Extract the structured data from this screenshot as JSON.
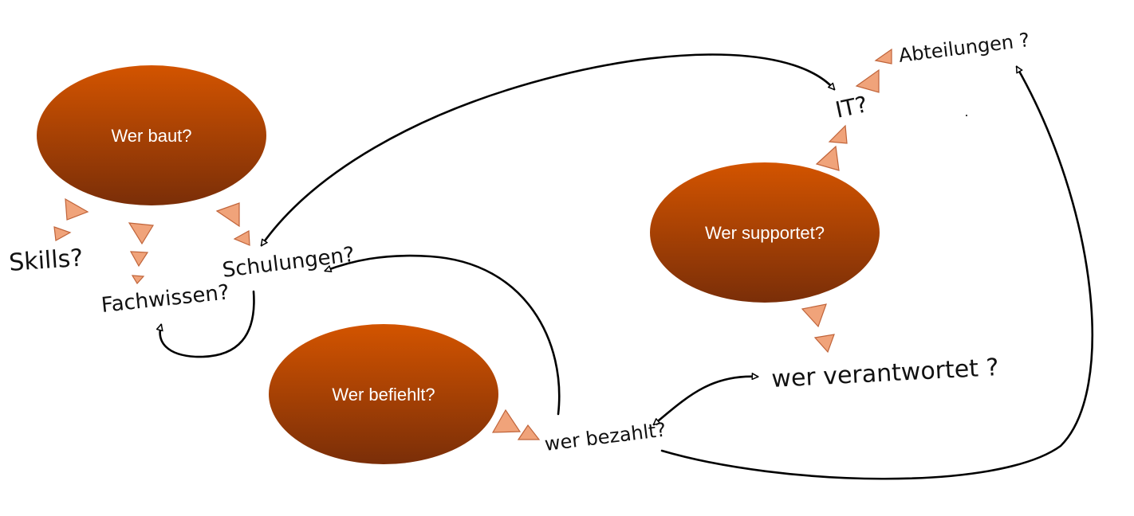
{
  "nodes": {
    "baut": "Wer baut?",
    "supportet": "Wer supportet?",
    "befiehlt": "Wer befiehlt?"
  },
  "labels": {
    "skills": "Skills?",
    "fachwissen": "Fachwissen?",
    "schulungen": "Schulungen?",
    "it": "IT?",
    "abteilungen": "Abteilungen ?",
    "wer_verantwortet": "wer verantwortet ?",
    "wer_bezahlt": "wer bezahlt?"
  },
  "colors": {
    "node_top": "#d35400",
    "node_bottom": "#7a2e08",
    "triangle_fill": "#f0a37a",
    "triangle_stroke": "#c0643a",
    "line": "#000000"
  }
}
